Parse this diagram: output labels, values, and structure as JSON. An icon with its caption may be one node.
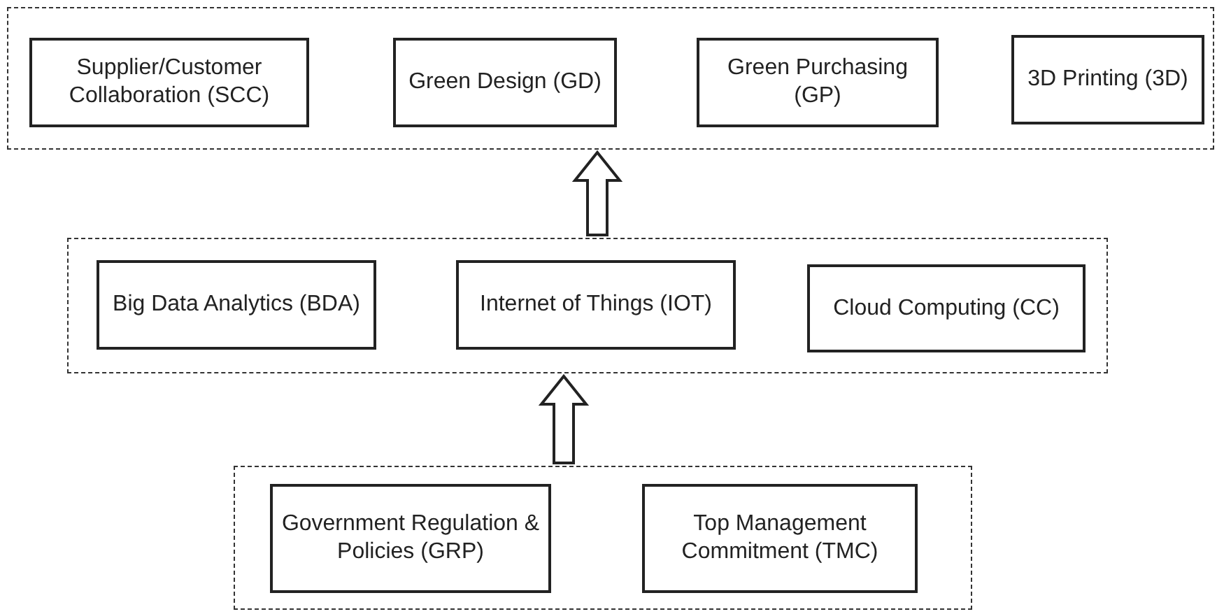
{
  "diagram": {
    "nodes": [
      {
        "text": [],
        "shape": "box"
      },
      {
        "text": [
          "Supplier/Customer Collaboration (SCC)"
        ],
        "in": 0
      },
      {
        "text": [
          "Green Design (GD)"
        ],
        "in": 0
      },
      {
        "text": [
          "Green Purchasing (GP)"
        ],
        "in": 0
      },
      {
        "text": [
          "3D Printing (3D)"
        ],
        "in": 0
      },
      {
        "text": [],
        "shape": "box"
      },
      {
        "text": [
          "Big Data Analytics (BDA)"
        ],
        "in": 5
      },
      {
        "text": [
          "Internet of Things (IOT)"
        ],
        "in": 5
      },
      {
        "text": [
          "Cloud Computing (CC)"
        ],
        "in": 5
      },
      {
        "text": [],
        "shape": "box"
      },
      {
        "text": [
          "Government Regulation & Policies (GRP)"
        ],
        "in": 9
      },
      {
        "text": [
          "Top Management Commitment (TMC)"
        ],
        "in": 9
      }
    ],
    "edges": [
      {
        "from": 5,
        "to": 0,
        "arrow": "to",
        "style": "thick"
      },
      {
        "from": 9,
        "to": 5,
        "arrow": "to",
        "style": "thick"
      }
    ]
  }
}
